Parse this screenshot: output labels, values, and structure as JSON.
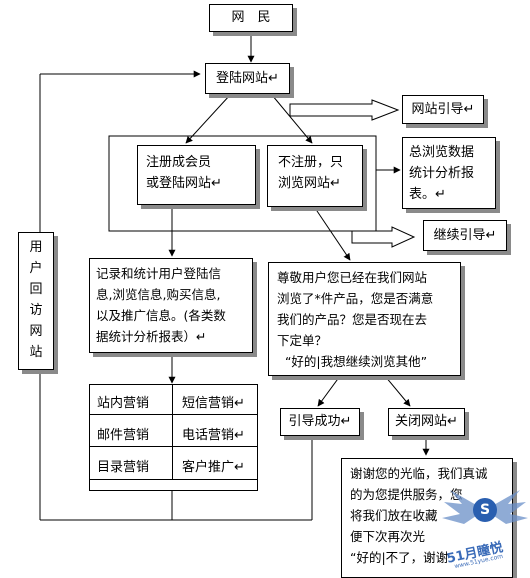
{
  "nodes": {
    "netizen": "网　民",
    "login_site": "登陆网站↵",
    "site_guide": "网站引导↵",
    "register": [
      "注册成会员",
      "或登陆网站↵"
    ],
    "no_register": [
      "不注册，只",
      "浏览网站↵"
    ],
    "total_stats": [
      "总浏览数据",
      "统计分析报",
      "表。↵"
    ],
    "continue_guide": "继续引导↵",
    "user_revisit": [
      "用",
      "户",
      "回",
      "访",
      "网",
      "站"
    ],
    "record_stats": [
      "记录和统计用户登陆信",
      "息,浏览信息,购买信息,",
      "以及推广信息。(各类数",
      "据统计分析报表）↵"
    ],
    "ask_user": [
      "尊敬用户您已经在我们网站",
      "浏览了*件产品，您是否满意",
      "我们的产品？您是否现在去",
      "下定单？",
      "  “好的|我想继续浏览其他”"
    ],
    "guide_success": "引导成功↵",
    "close_site": "关闭网站↵",
    "thanks": [
      "谢谢您的光临，我们真诚",
      "的为您提供服务，您",
      "将我们放在收藏",
      "便下次再次光",
      "“好的|不了，谢谢"
    ]
  },
  "marketing": [
    [
      "站内营销",
      "短信营销↵"
    ],
    [
      "邮件营销",
      "电话营销↵"
    ],
    [
      "目录营销",
      "客户推广↵"
    ]
  ],
  "watermark": {
    "circle_letter": "S",
    "text_main": "51月瞳悦",
    "text_sub": "www.51yue.com"
  }
}
